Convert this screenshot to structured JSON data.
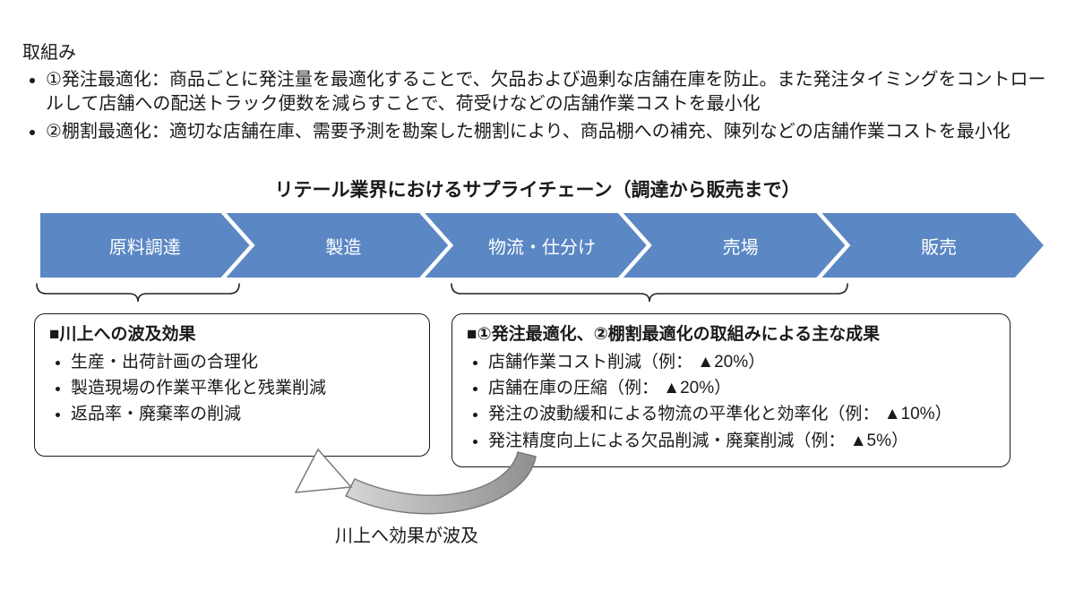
{
  "header": {
    "title": "取組み",
    "bullets": [
      "①発注最適化：商品ごとに発注量を最適化することで、欠品および過剰な店舗在庫を防止。また発注タイミングをコントロールして店舗への配送トラック便数を減らすことで、荷受けなどの店舗作業コストを最小化",
      "②棚割最適化：適切な店舗在庫、需要予測を勘案した棚割により、商品棚への補充、陳列などの店舗作業コストを最小化"
    ]
  },
  "diagram": {
    "title": "リテール業界におけるサプライチェーン（調達から販売まで）",
    "chevrons": [
      "原料調達",
      "製造",
      "物流・仕分け",
      "売場",
      "販売"
    ],
    "upstream_box": {
      "title": "■川上への波及効果",
      "items": [
        "生産・出荷計画の合理化",
        "製造現場の作業平準化と残業削減",
        "返品率・廃棄率の削減"
      ]
    },
    "results_box": {
      "title": "■①発注最適化、②棚割最適化の取組みによる主な成果",
      "items": [
        "店舗作業コスト削減（例： ▲20%）",
        "店舗在庫の圧縮（例： ▲20%）",
        "発注の波動緩和による物流の平準化と効率化（例： ▲10%）",
        "発注精度向上による欠品削減・廃棄削減（例： ▲5%）"
      ]
    },
    "arrow_label": "川上へ効果が波及",
    "colors": {
      "chevron": "#5B87C4",
      "chevron_text": "#FFFFFF",
      "arrow_body": "#9E9E9E",
      "box_border": "#1A1A1A"
    }
  }
}
